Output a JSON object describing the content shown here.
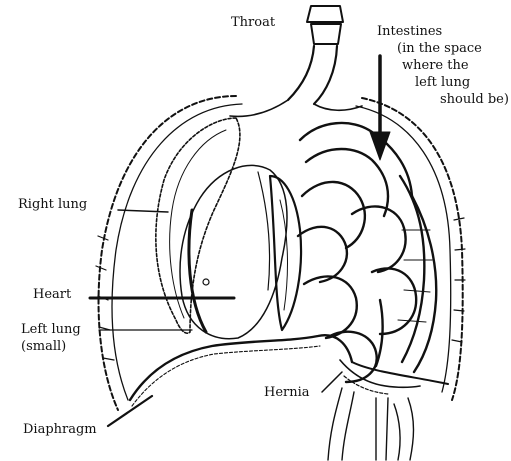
{
  "labels": {
    "throat": "Throat",
    "intestines_1": "Intestines",
    "intestines_2": "(in the space",
    "intestines_3": "where the",
    "intestines_4": "left lung",
    "intestines_5": "should be)",
    "right_lung": "Right lung",
    "heart": "Heart",
    "left_lung_1": "Left lung",
    "left_lung_2": "(small)",
    "hernia": "Hernia",
    "diaphragm": "Diaphragm"
  }
}
